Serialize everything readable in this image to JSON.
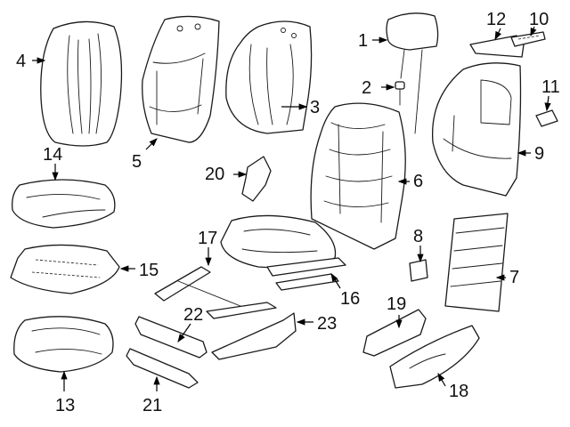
{
  "colors": {
    "background": "#ffffff",
    "line": "#1a1a1a",
    "text": "#111111"
  },
  "callouts": {
    "c1": "1",
    "c2": "2",
    "c3": "3",
    "c4": "4",
    "c5": "5",
    "c6": "6",
    "c7": "7",
    "c8": "8",
    "c9": "9",
    "c10": "10",
    "c11": "11",
    "c12": "12",
    "c13": "13",
    "c14": "14",
    "c15": "15",
    "c16": "16",
    "c17": "17",
    "c18": "18",
    "c19": "19",
    "c20": "20",
    "c21": "21",
    "c22": "22",
    "c23": "23"
  }
}
